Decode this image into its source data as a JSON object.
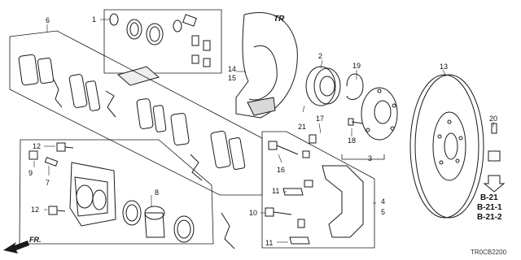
{
  "callouts": {
    "c1": "1",
    "c2": "2",
    "c3": "3",
    "c4": "4",
    "c5": "5",
    "c6": "6",
    "c7": "7",
    "c8": "8",
    "c9": "9",
    "c10": "10",
    "c11a": "11",
    "c11b": "11",
    "c12a": "12",
    "c12b": "12",
    "c13": "13",
    "c14": "14",
    "c15": "15",
    "c16": "16",
    "c17": "17",
    "c18": "18",
    "c19": "19",
    "c20": "20",
    "c21": "21"
  },
  "references": [
    "B-21",
    "B-21-1",
    "B-21-2"
  ],
  "direction_label": "FR.",
  "shield_mark": "TR",
  "diagram_code": "TR0CB2200",
  "colors": {
    "line": "#1a1a1a",
    "fill": "#ffffff",
    "shade": "#d8d8d8"
  },
  "icons": {
    "direction": "front-direction-arrow-icon",
    "reference": "reference-down-arrow-icon"
  }
}
